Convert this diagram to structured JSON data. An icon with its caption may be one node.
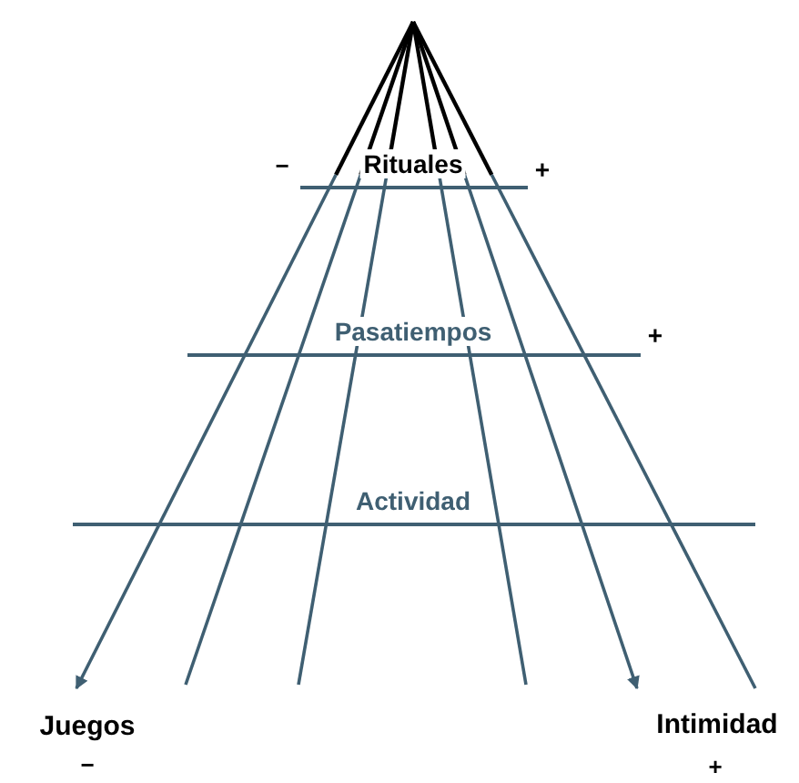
{
  "diagram": {
    "labels": [
      "−",
      "Rituales",
      "+",
      "Pasatiempos",
      "+",
      "Actividad",
      "Juegos",
      "−",
      "Intimidad",
      "+"
    ]
  }
}
